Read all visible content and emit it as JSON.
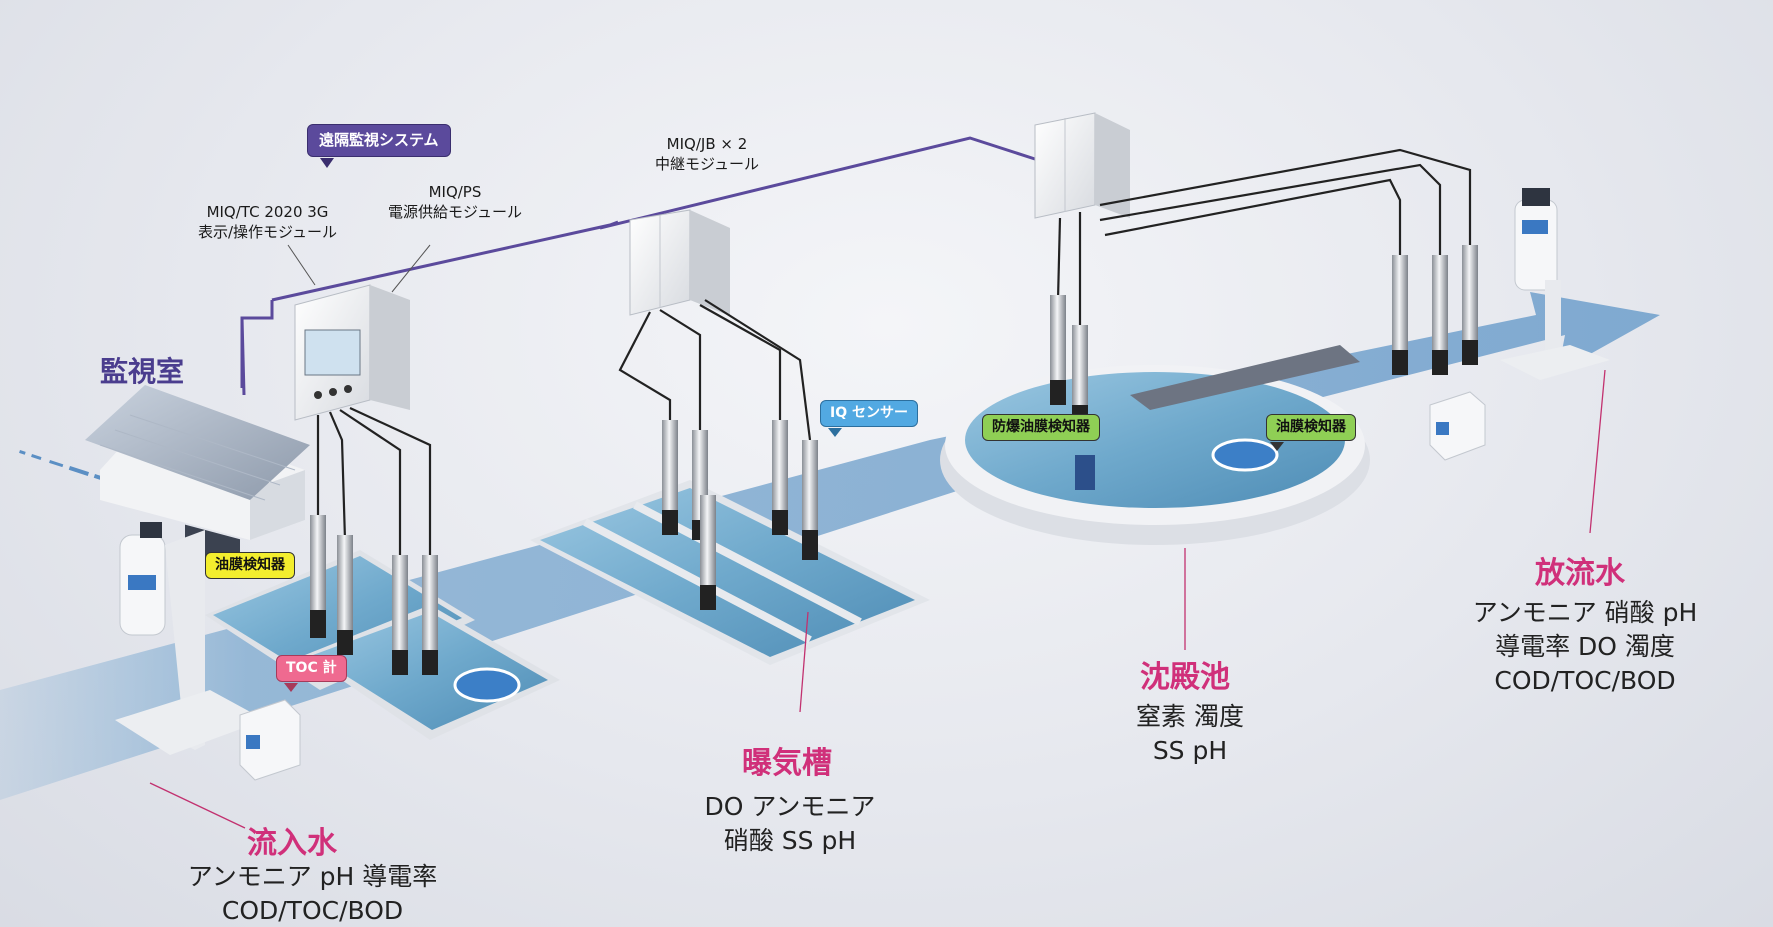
{
  "callouts": {
    "remote": "遠隔監視システム",
    "oil_inflow": "油膜検知器",
    "toc": "TOC 計",
    "iq": "IQ センサー",
    "explosion_proof": "防爆油膜検知器",
    "oil_settling": "油膜検知器"
  },
  "modules": {
    "tc_line1": "MIQ/TC 2020 3G",
    "tc_line2": "表示/操作モジュール",
    "ps_line1": "MIQ/PS",
    "ps_line2": "電源供給モジュール",
    "jb_line1": "MIQ/JB × 2",
    "jb_line2": "中継モジュール"
  },
  "room": {
    "title": "監視室"
  },
  "stages": [
    {
      "title": "流入水",
      "lines": [
        "アンモニア pH 導電率",
        "COD/TOC/BOD"
      ]
    },
    {
      "title": "曝気槽",
      "lines": [
        "DO アンモニア",
        "硝酸 SS pH"
      ]
    },
    {
      "title": "沈殿池",
      "lines": [
        "窒素 濁度",
        "SS pH"
      ]
    },
    {
      "title": "放流水",
      "lines": [
        "アンモニア 硝酸 pH",
        "導電率 DO 濁度",
        "COD/TOC/BOD"
      ]
    }
  ],
  "colors": {
    "network_line": "#5b4a9c",
    "stage_title": "#d0307a",
    "flow_path": "#7aa8cf",
    "water": "#7fb6d6"
  }
}
